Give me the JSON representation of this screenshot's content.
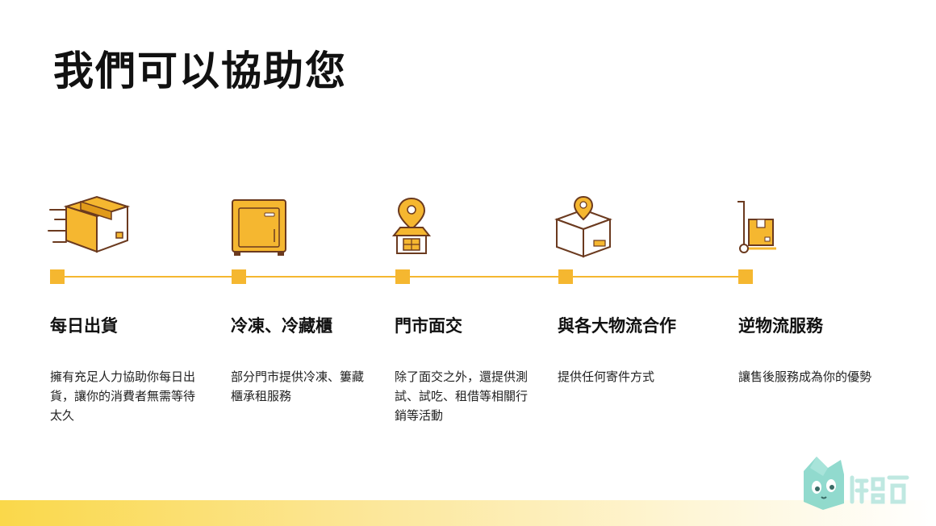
{
  "title": "我們可以協助您",
  "colors": {
    "accent": "#F5B730",
    "outline": "#6B3A1F",
    "logo": "#7ED3C5"
  },
  "steps": [
    {
      "title": "每日出貨",
      "description": "擁有充足人力協助你每日出貨，讓你的消費者無需等待太久",
      "icon": "fast-delivery-box-icon"
    },
    {
      "title": "冷凍、冷藏櫃",
      "description": "部分門市提供冷凍、簍藏櫃承租服務",
      "icon": "freezer-icon"
    },
    {
      "title": "門市面交",
      "description": "除了面交之外，還提供測試、試吃、租借等相關行銷等活動",
      "icon": "store-location-icon"
    },
    {
      "title": "與各大物流合作",
      "description": "提供任何寄件方式",
      "icon": "box-location-icon"
    },
    {
      "title": "逆物流服務",
      "description": "讓售後服務成為你的優勢",
      "icon": "hand-truck-icon"
    }
  ]
}
